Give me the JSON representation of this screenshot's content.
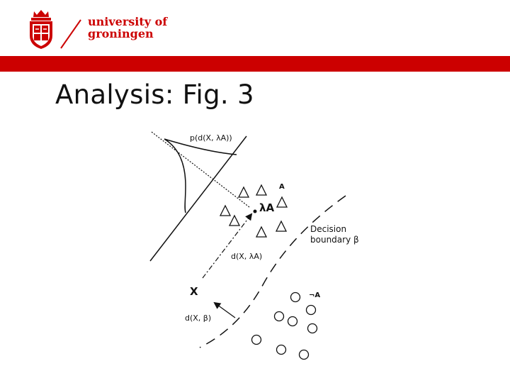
{
  "header": {
    "logo_line1": "university of",
    "logo_line2": "groningen",
    "bar_color": "#cc0000"
  },
  "slide": {
    "title": "Analysis: Fig. 3"
  },
  "figure": {
    "density_label": "p(d(X, λA))",
    "class_a_label": "A",
    "prototype_label": "λA",
    "decision_boundary_line1": "Decision",
    "decision_boundary_line2": "boundary β",
    "distance_prototype_label": "d(X, λA)",
    "point_label": "X",
    "distance_boundary_label": "d(X, β)",
    "class_not_a_label": "¬A"
  }
}
